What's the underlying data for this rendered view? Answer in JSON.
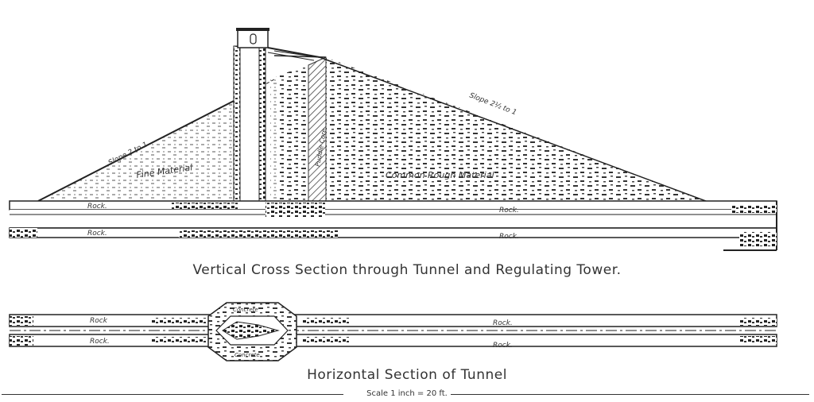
{
  "vertical_section": {
    "caption": "Vertical Cross Section through Tunnel and Regulating Tower.",
    "labels": {
      "slope_left": "Slope 2 to 1",
      "slope_right": "Slope 2½ to 1",
      "fine_material": "Fine Material",
      "common_rough_material": "Common Rough Material",
      "puddle_core": "Puddle Core",
      "rock_1": "Rock.",
      "rock_2": "Rock.",
      "rock_3": "Rock.",
      "rock_4": "Rock."
    }
  },
  "horizontal_section": {
    "caption": "Horizontal Section of Tunnel",
    "labels": {
      "rock_1": "Rock",
      "rock_2": "Rock.",
      "rock_3": "Rock.",
      "rock_4": "Rock.",
      "concrete_top": "Concrete",
      "concrete_bottom": "Concrete"
    }
  },
  "scale": {
    "label": "Scale 1 inch = 20 ft."
  }
}
